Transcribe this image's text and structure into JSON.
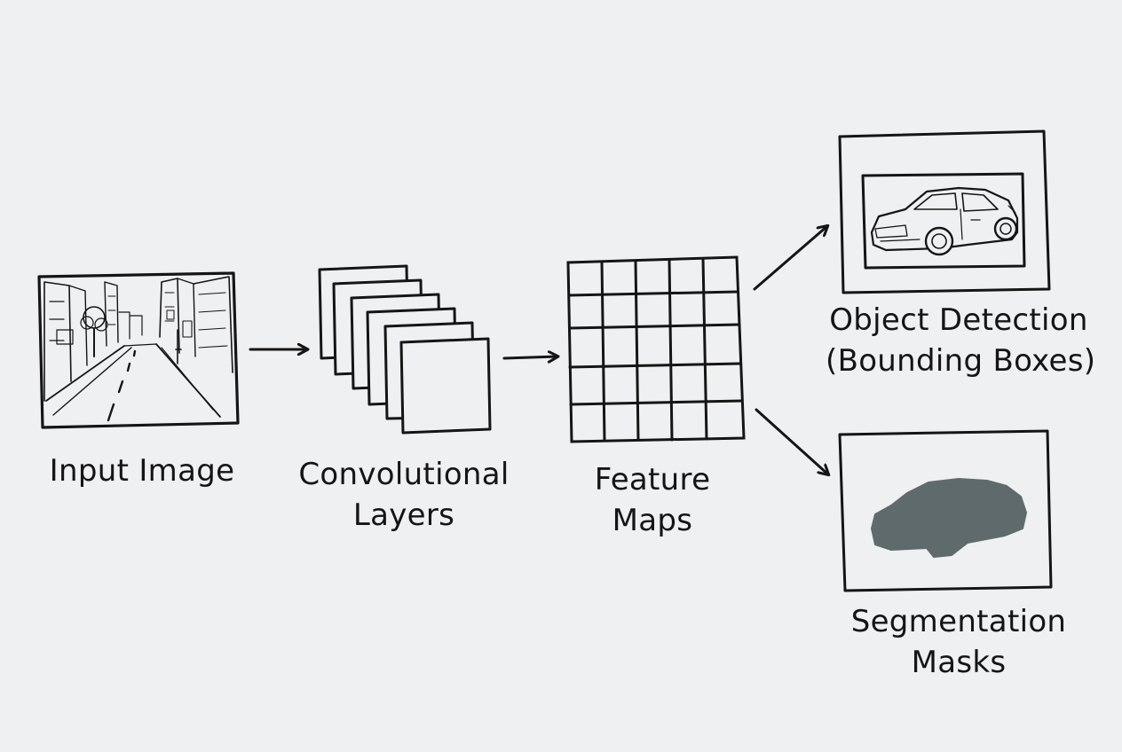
{
  "colors": {
    "background": "#eef0f1",
    "ink": "#151515",
    "mask": "#5f6a6c"
  },
  "stages": {
    "input": {
      "label": "Input Image",
      "icon": "street-scene-icon"
    },
    "conv": {
      "label_line1": "Convolutional",
      "label_line2": "Layers",
      "icon": "stacked-layers-icon"
    },
    "feature": {
      "label_line1": "Feature",
      "label_line2": "Maps",
      "icon": "grid-icon"
    },
    "detection": {
      "label_line1": "Object Detection",
      "label_line2": "(Bounding Boxes)",
      "icon": "car-bounding-box-icon"
    },
    "segmentation": {
      "label_line1": "Segmentation",
      "label_line2": "Masks",
      "icon": "car-mask-icon"
    }
  }
}
